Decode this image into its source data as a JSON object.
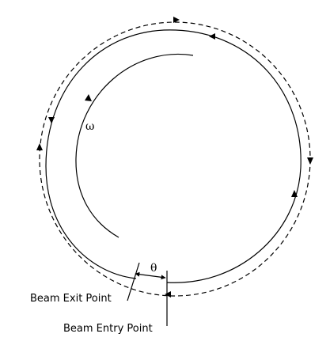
{
  "labels": {
    "omega": "ω",
    "theta": "θ",
    "beam_exit": "Beam Exit Point",
    "beam_entry": "Beam Entry Point"
  },
  "colors": {
    "stroke": "#000000",
    "background": "#ffffff"
  }
}
